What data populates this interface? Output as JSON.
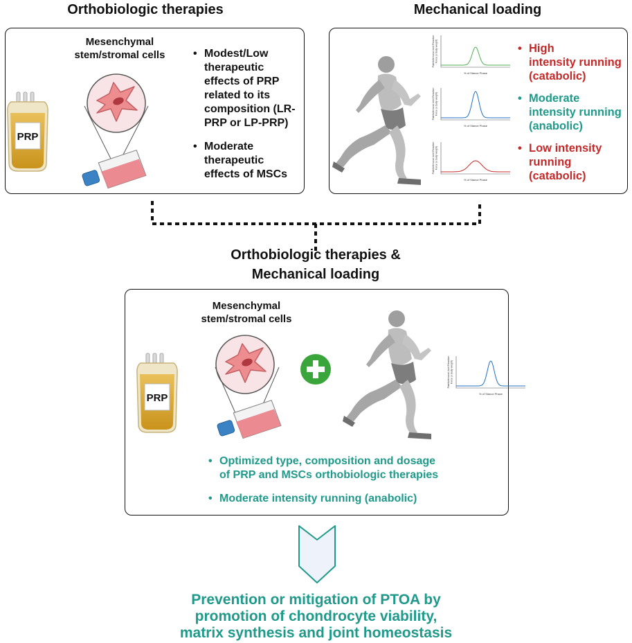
{
  "titles": {
    "left": "Orthobiologic therapies",
    "right": "Mechanical loading",
    "combined_line1": "Orthobiologic therapies &",
    "combined_line2": "Mechanical loading"
  },
  "msc_label": {
    "line1": "Mesenchymal",
    "line2": "stem/stromal cells"
  },
  "prp_label": "PRP",
  "ortho_bullets": [
    {
      "lines": [
        "Modest/Low",
        "therapeutic",
        "effects of PRP",
        "related to its",
        "composition (LR-",
        "PRP or LP-PRP)"
      ]
    },
    {
      "lines": [
        "Moderate",
        "therapeutic",
        "effects of MSCs"
      ]
    }
  ],
  "mech_bullets": [
    {
      "lines": [
        "High",
        "intensity running",
        "(catabolic)"
      ],
      "color": "#c62828"
    },
    {
      "lines": [
        "Moderate",
        "intensity running",
        "(anabolic)"
      ],
      "color": "#1f9a8a"
    },
    {
      "lines": [
        "Low intensity",
        "running",
        "(catabolic)"
      ],
      "color": "#c62828"
    }
  ],
  "mini_chart": {
    "ylabel_line1": "Patellofemoral Joint Reaction",
    "ylabel_line2": "Force (x body weight)",
    "xlabel": "% of Stance Phase",
    "curve_colors": {
      "high": "#4caf50",
      "moderate": "#1f6fbf",
      "low": "#c62828"
    }
  },
  "combined_bullets": [
    {
      "lines": [
        "Optimized type, composition and dosage",
        "of PRP and MSCs orthobiologic therapies"
      ]
    },
    {
      "lines": [
        "Moderate intensity running (anabolic)"
      ]
    }
  ],
  "outcome": {
    "line1": "Prevention or mitigation of PTOA by",
    "line2": "promotion of chondrocyte viability,",
    "line3": "matrix synthesis and joint homeostasis"
  },
  "colors": {
    "teal": "#1f9a8a",
    "red": "#c62828",
    "plus_green": "#3aa53a",
    "arrow_fill": "#eef3fb",
    "arrow_stroke": "#1f9a8a"
  }
}
